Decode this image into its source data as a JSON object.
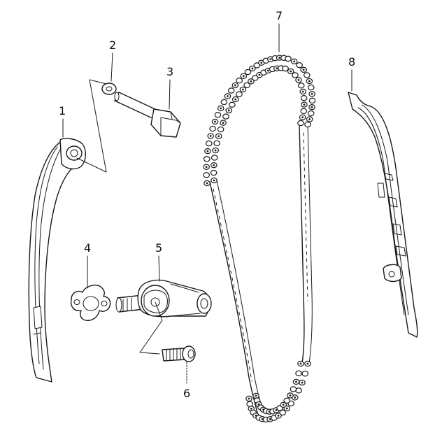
{
  "diagram": {
    "parts": [
      {
        "id": "1",
        "label": "1"
      },
      {
        "id": "2",
        "label": "2"
      },
      {
        "id": "3",
        "label": "3"
      },
      {
        "id": "4",
        "label": "4"
      },
      {
        "id": "5",
        "label": "5"
      },
      {
        "id": "6",
        "label": "6"
      },
      {
        "id": "7",
        "label": "7"
      },
      {
        "id": "8",
        "label": "8"
      }
    ]
  }
}
